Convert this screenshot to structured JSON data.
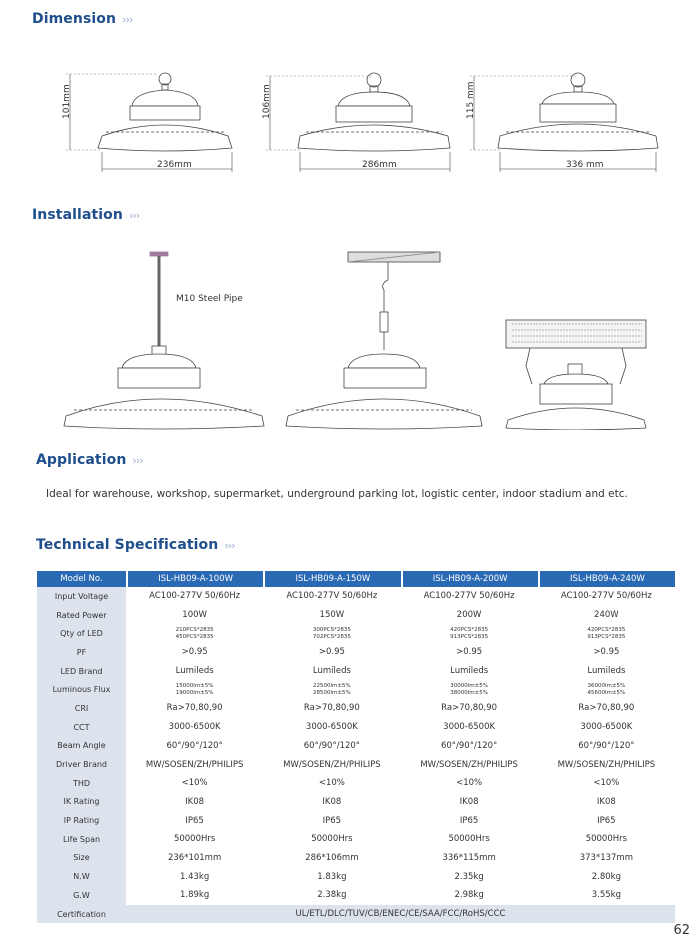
{
  "sections": {
    "dimension": "Dimension",
    "installation": "Installation",
    "application": "Application",
    "tech_spec": "Technical Specification",
    "chevron": "›››"
  },
  "dimension_figs": [
    {
      "height": "101mm",
      "width": "236mm"
    },
    {
      "height": "106mm",
      "width": "286mm"
    },
    {
      "height": "115 mm",
      "width": "336 mm"
    }
  ],
  "installation": {
    "pipe_label": "M10 Steel Pipe"
  },
  "application_text": "Ideal for warehouse, workshop, supermarket, underground parking lot, logistic center, indoor stadium and etc.",
  "spec": {
    "header_label": "Model No.",
    "models": [
      "ISL-HB09-A-100W",
      "ISL-HB09-A-150W",
      "ISL-HB09-A-200W",
      "ISL-HB09-A-240W"
    ],
    "rows": [
      {
        "label": "Input Voltage",
        "values": [
          "AC100-277V 50/60Hz",
          "AC100-277V 50/60Hz",
          "AC100-277V 50/60Hz",
          "AC100-277V 50/60Hz"
        ]
      },
      {
        "label": "Rated Power",
        "values": [
          "100W",
          "150W",
          "200W",
          "240W"
        ]
      },
      {
        "label": "Qty of LED",
        "small": true,
        "values": [
          [
            "210PCS*2835",
            "450PCS*2835"
          ],
          [
            "300PCS*2835",
            "702PCS*2835"
          ],
          [
            "420PCS*2835",
            "913PCS*2835"
          ],
          [
            "420PCS*2835",
            "913PCS*2835"
          ]
        ]
      },
      {
        "label": "PF",
        "values": [
          ">0.95",
          ">0.95",
          ">0.95",
          ">0.95"
        ]
      },
      {
        "label": "LED Brand",
        "values": [
          "Lumileds",
          "Lumileds",
          "Lumileds",
          "Lumileds"
        ]
      },
      {
        "label": "Luminous Flux",
        "small": true,
        "values": [
          [
            "15000lm±5%",
            "19000lm±5%"
          ],
          [
            "22500lm±5%",
            "28500lm±5%"
          ],
          [
            "30000lm±5%",
            "38000lm±5%"
          ],
          [
            "36000lm±5%",
            "45600lm±5%"
          ]
        ]
      },
      {
        "label": "CRI",
        "values": [
          "Ra>70,80,90",
          "Ra>70,80,90",
          "Ra>70,80,90",
          "Ra>70,80,90"
        ]
      },
      {
        "label": "CCT",
        "values": [
          "3000-6500K",
          "3000-6500K",
          "3000-6500K",
          "3000-6500K"
        ]
      },
      {
        "label": "Beam Angle",
        "values": [
          "60°/90°/120°",
          "60°/90°/120°",
          "60°/90°/120°",
          "60°/90°/120°"
        ]
      },
      {
        "label": "Driver Brand",
        "values": [
          "MW/SOSEN/ZH/PHILIPS",
          "MW/SOSEN/ZH/PHILIPS",
          "MW/SOSEN/ZH/PHILIPS",
          "MW/SOSEN/ZH/PHILIPS"
        ]
      },
      {
        "label": "THD",
        "values": [
          "<10%",
          "<10%",
          "<10%",
          "<10%"
        ]
      },
      {
        "label": "IK Rating",
        "values": [
          "IK08",
          "IK08",
          "IK08",
          "IK08"
        ]
      },
      {
        "label": "IP Rating",
        "values": [
          "IP65",
          "IP65",
          "IP65",
          "IP65"
        ]
      },
      {
        "label": "Life Span",
        "values": [
          "50000Hrs",
          "50000Hrs",
          "50000Hrs",
          "50000Hrs"
        ]
      },
      {
        "label": "Size",
        "values": [
          "236*101mm",
          "286*106mm",
          "336*115mm",
          "373*137mm"
        ]
      },
      {
        "label": "N.W",
        "values": [
          "1.43kg",
          "1.83kg",
          "2.35kg",
          "2.80kg"
        ]
      },
      {
        "label": "G.W",
        "values": [
          "1.89kg",
          "2.38kg",
          "2.98kg",
          "3.55kg"
        ]
      }
    ],
    "cert_label": "Certification",
    "cert_value": "UL/ETL/DLC/TUV/CB/ENEC/CE/SAA/FCC/RoHS/CCC"
  },
  "page_number": "62",
  "colors": {
    "header_blue": "#2a69b3",
    "title_blue": "#1f4e8c",
    "label_bg": "#dde3ec"
  }
}
